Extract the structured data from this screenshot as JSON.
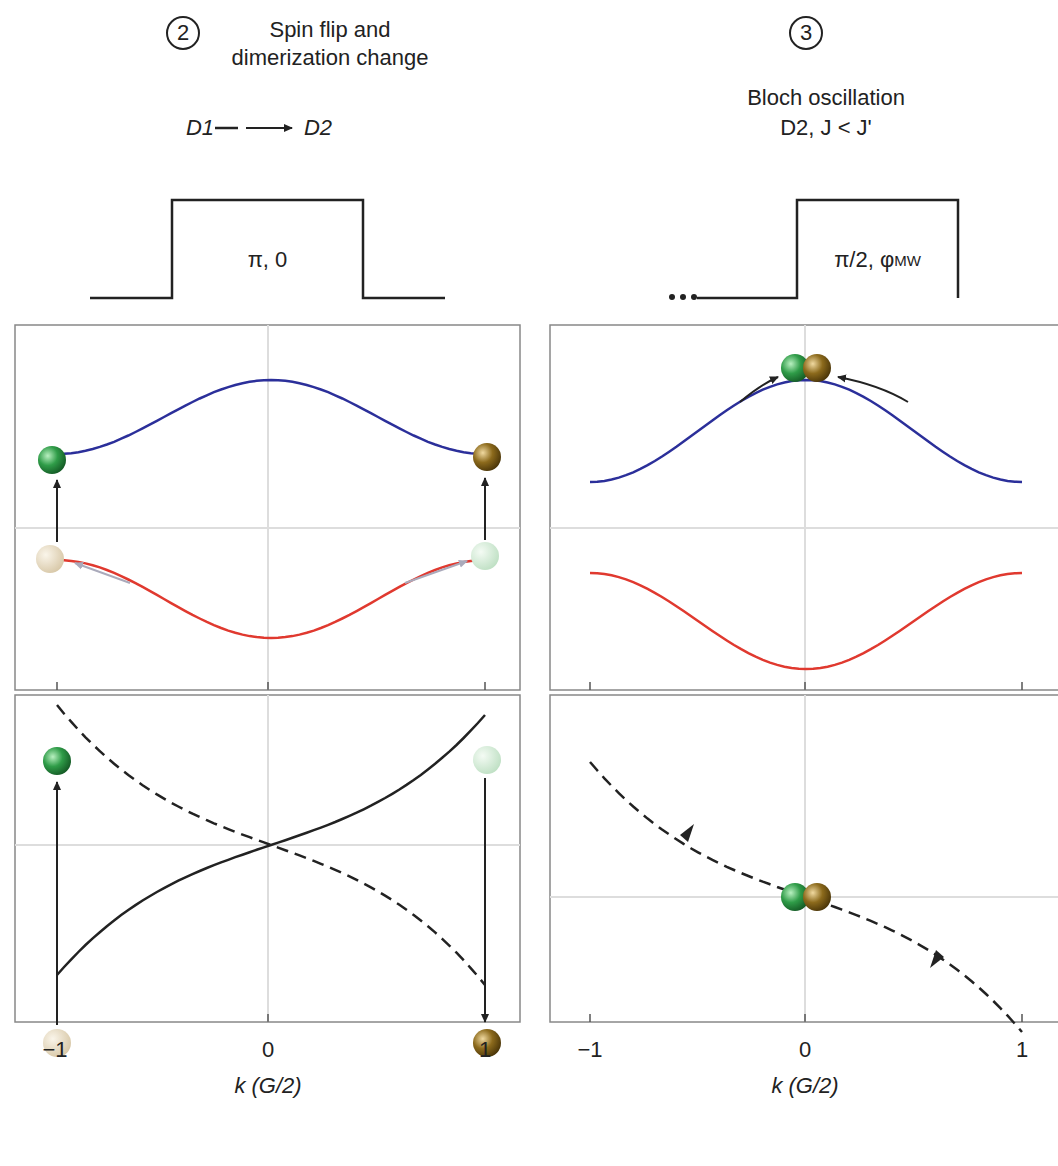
{
  "diagram": {
    "nodes": [
      {
        "text": [
          "2"
        ]
      },
      {
        "text": [
          "π, 0"
        ]
      },
      {
        "text": [
          "3"
        ]
      },
      {
        "text": [
          "π/2, φ",
          "MW"
        ]
      }
    ],
    "labels": [
      "Spin flip and dimerization change",
      "D1",
      "D2",
      "Bloch oscillation",
      "D2, J < J'",
      "−1",
      "0",
      "1",
      "k (G/2)",
      "−1",
      "0",
      "1",
      "k (G/2)"
    ]
  }
}
